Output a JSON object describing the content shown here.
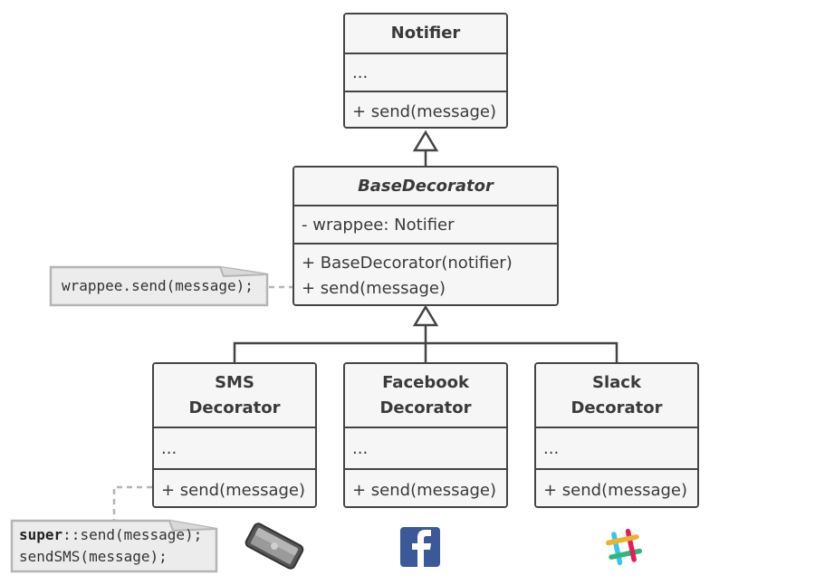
{
  "classes": {
    "notifier": {
      "name": "Notifier",
      "fields": "...",
      "method": "+ send(message)"
    },
    "base": {
      "name": "BaseDecorator",
      "field": "- wrappee: Notifier",
      "method1": "+ BaseDecorator(notifier)",
      "method2": "+ send(message)"
    },
    "sms": {
      "name_line1": "SMS",
      "name_line2": "Decorator",
      "fields": "...",
      "method": "+ send(message)"
    },
    "facebook": {
      "name_line1": "Facebook",
      "name_line2": "Decorator",
      "fields": "...",
      "method": "+ send(message)"
    },
    "slack": {
      "name_line1": "Slack",
      "name_line2": "Decorator",
      "fields": "...",
      "method": "+ send(message)"
    }
  },
  "notes": {
    "base_note": "wrappee.send(message);",
    "sms_note_keyword": "super",
    "sms_note_rest": "::send(message);",
    "sms_note_line2": "sendSMS(message);"
  },
  "icons": [
    "phone-icon",
    "facebook-icon",
    "slack-icon"
  ],
  "colors": {
    "border": "#444444",
    "box_fill": "#f6f6f6",
    "note_fill": "#ececec",
    "note_border": "#b5b5b5",
    "facebook": "#3b5998",
    "slack_teal": "#36c5f0",
    "slack_green": "#2eb67d",
    "slack_red": "#e01e5a",
    "slack_yellow": "#ecb22e"
  }
}
